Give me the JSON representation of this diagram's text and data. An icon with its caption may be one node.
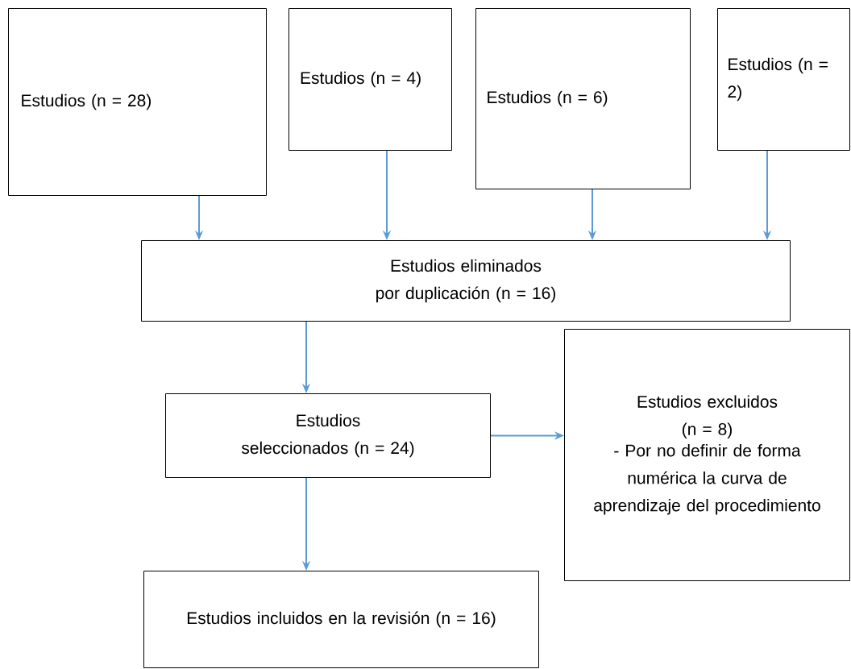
{
  "diagram": {
    "nodes": [
      {
        "text": [
          "Estudios (n = 28)"
        ]
      },
      {
        "text": [
          "Estudios (n = 4)"
        ]
      },
      {
        "text": [
          "Estudios (n = 6)"
        ]
      },
      {
        "text": [
          "Estudios (n = 2)"
        ]
      },
      {
        "text": [
          "Estudios eliminados por duplicación (n = 16)"
        ]
      },
      {
        "text": [
          "Estudios seleccionados (n = 24)"
        ]
      },
      {
        "text": [
          "Estudios excluidos (n = 8)",
          "- Por no definir de forma numérica la curva de aprendizaje del procedimiento"
        ]
      },
      {
        "text": [
          "Estudios incluidos en la revisión (n = 16)"
        ]
      }
    ],
    "edges": [
      {
        "from": 0,
        "to": 4,
        "arrow": "to"
      },
      {
        "from": 1,
        "to": 4,
        "arrow": "to"
      },
      {
        "from": 2,
        "to": 4,
        "arrow": "to"
      },
      {
        "from": 3,
        "to": 4,
        "arrow": "to"
      },
      {
        "from": 4,
        "to": 5,
        "arrow": "to"
      },
      {
        "from": 5,
        "to": 6,
        "arrow": "to"
      },
      {
        "from": 5,
        "to": 7,
        "arrow": "to"
      }
    ]
  }
}
